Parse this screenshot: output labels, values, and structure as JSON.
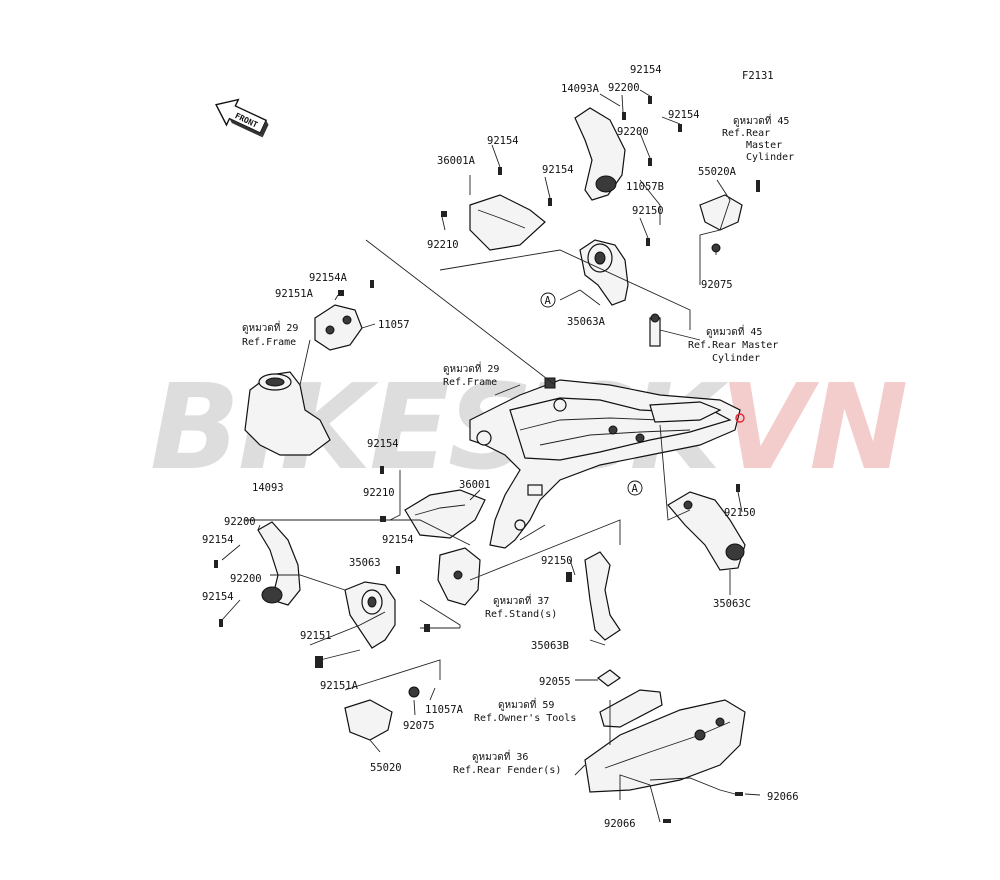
{
  "figure_code": "F2131",
  "watermark": {
    "part1": "BIKEST",
    "part2": "CK",
    "part3": "VN",
    "color_gray": "#d9d9d9",
    "color_red": "#f2c8c8"
  },
  "front_arrow": {
    "text": "FRONT"
  },
  "callout_letter": "A",
  "labels": {
    "p14093A": "14093A",
    "p92200a": "92200",
    "p92154a": "92154",
    "p92154b": "92154",
    "p92200b": "92200",
    "p36001A": "36001A",
    "p92154c": "92154",
    "p92154d": "92154",
    "p92210a": "92210",
    "p11057B": "11057B",
    "p92150a": "92150",
    "p55020A": "55020A",
    "p92075a": "92075",
    "p35063A": "35063A",
    "p92154A": "92154A",
    "p92151A": "92151A",
    "p11057": "11057",
    "p92154e": "92154",
    "p92210b": "92210",
    "p36001": "36001",
    "p14093": "14093",
    "p92200c": "92200",
    "p92154f": "92154",
    "p35063": "35063",
    "p92200d": "92200",
    "p92154g": "92154",
    "p92154h": "92154",
    "p92150b": "92150",
    "p35063C": "35063C",
    "p92150c": "92150",
    "p35063B": "35063B",
    "p92151": "92151",
    "p92151Ab": "92151A",
    "p92075b": "92075",
    "p11057A": "11057A",
    "p55020": "55020",
    "p92055": "92055",
    "p92066a": "92066",
    "p92066b": "92066"
  },
  "refs": {
    "rear_master_1": [
      "ดูหมวดที่ 45",
      "Ref.Rear",
      "Master",
      "Cylinder"
    ],
    "rear_master_2": [
      "ดูหมวดที่ 45",
      "Ref.Rear Master",
      "Cylinder"
    ],
    "frame_1": [
      "ดูหมวดที่ 29",
      "Ref.Frame"
    ],
    "frame_2": [
      "ดูหมวดที่ 29",
      "Ref.Frame"
    ],
    "stand": [
      "ดูหมวดที่ 37",
      "Ref.Stand(s)"
    ],
    "owners_tools": [
      "ดูหมวดที่ 59",
      "Ref.Owner's Tools"
    ],
    "rear_fender": [
      "ดูหมวดที่ 36",
      "Ref.Rear Fender(s)"
    ]
  }
}
